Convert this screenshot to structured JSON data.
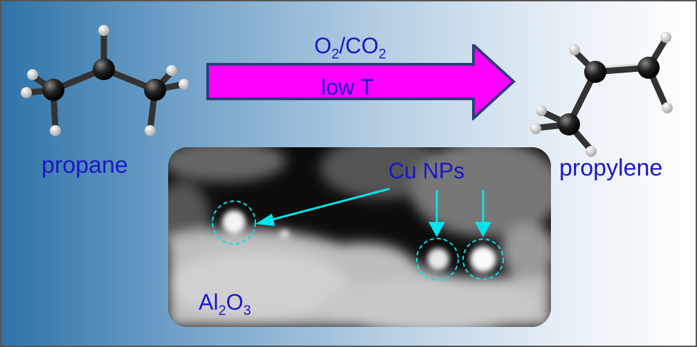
{
  "reactant": {
    "label": "propane"
  },
  "product": {
    "label": "propylene"
  },
  "arrow": {
    "top_label": "O2/CO2",
    "inner_label": "low T",
    "fill": "#ff00ff",
    "border": "#2a3f7a"
  },
  "micrograph": {
    "particles_label": "Cu NPs",
    "support_label": "Al2O3",
    "marker_color": "#00e5ee"
  },
  "colors": {
    "text": "#1a16c8",
    "bg_left": "#2f74a8",
    "bg_right": "#ffffff"
  }
}
